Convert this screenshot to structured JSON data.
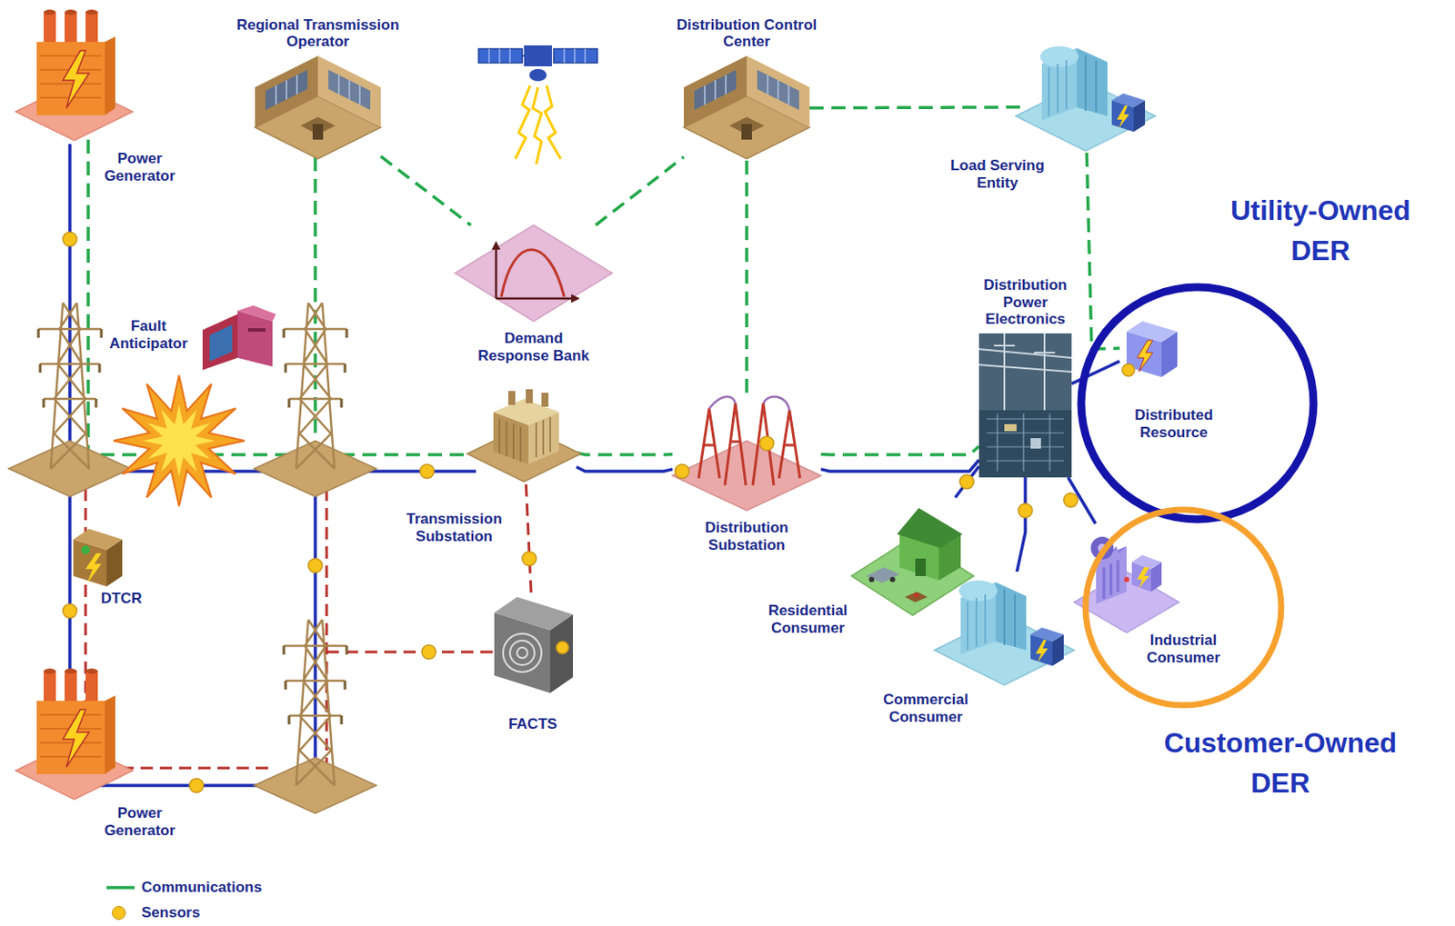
{
  "diagram": {
    "nodes": [
      {
        "text": [
          "Power Generator"
        ]
      },
      {
        "text": [
          "Regional Transmission Operator"
        ]
      },
      {
        "text": [
          "Distribution Control Center"
        ]
      },
      {
        "text": [
          "Load Serving Entity"
        ]
      },
      {
        "text": [
          "Demand Response Bank"
        ]
      },
      {
        "text": [
          "Fault Anticipator"
        ]
      },
      {
        "text": [
          "Transmission Substation"
        ]
      },
      {
        "text": [
          "Distribution Substation"
        ]
      },
      {
        "text": [
          "Distribution Power Electronics"
        ]
      },
      {
        "text": [
          "Distributed Resource"
        ]
      },
      {
        "text": [
          "DTCR"
        ]
      },
      {
        "text": [
          "FACTS"
        ]
      },
      {
        "text": [
          "Residential Consumer"
        ]
      },
      {
        "text": [
          "Commercial Consumer"
        ]
      },
      {
        "text": [
          "Industrial Consumer"
        ]
      },
      {
        "text": [
          "Power Generator"
        ]
      }
    ],
    "edges": [
      {
        "from": 1,
        "to": 4,
        "arrow": "none"
      },
      {
        "from": 4,
        "to": 2,
        "arrow": "none"
      },
      {
        "from": 2,
        "to": 3,
        "arrow": "none"
      },
      {
        "from": 2,
        "to": 7,
        "arrow": "none"
      },
      {
        "from": 3,
        "to": 9,
        "arrow": "none"
      },
      {
        "from": 6,
        "to": 7,
        "arrow": "none"
      },
      {
        "from": 6,
        "to": 7,
        "arrow": "none"
      },
      {
        "from": 7,
        "to": 8,
        "arrow": "none"
      },
      {
        "from": 7,
        "to": 8,
        "arrow": "none"
      },
      {
        "from": 6,
        "to": 11,
        "arrow": "none"
      },
      {
        "from": 8,
        "to": 9,
        "arrow": "none"
      },
      {
        "from": 8,
        "to": 12,
        "arrow": "none"
      },
      {
        "from": 8,
        "to": 13,
        "arrow": "none"
      },
      {
        "from": 8,
        "to": 14,
        "arrow": "none"
      }
    ],
    "labels": [
      "Utility-Owned DER",
      "Customer-Owned DER"
    ],
    "legend": [
      {
        "text": "Communications"
      },
      {
        "text": "Sensors",
        "color": "#f7c21b"
      }
    ]
  }
}
